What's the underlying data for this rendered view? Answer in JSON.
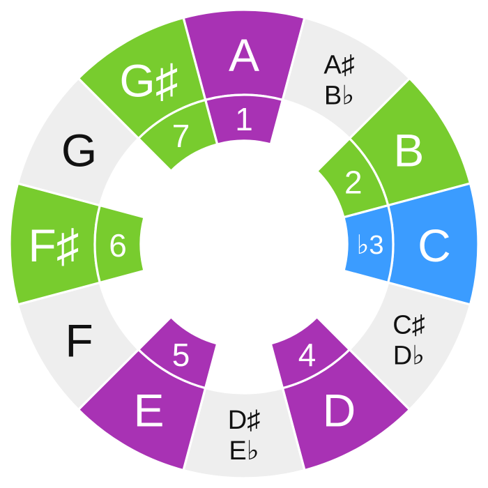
{
  "colors": {
    "background": "#ffffff",
    "natural": "#eeeeee",
    "natural_text": "#111111",
    "purple": "#a832b4",
    "green": "#78cc2e",
    "blue": "#3b9cff",
    "highlight_text": "#ffffff",
    "separator": "#ffffff"
  },
  "notes": [
    {
      "lines": [
        "A"
      ],
      "color": "purple",
      "degree": "1"
    },
    {
      "lines": [
        "A♯",
        "B♭"
      ],
      "color": "natural",
      "degree": ""
    },
    {
      "lines": [
        "B"
      ],
      "color": "green",
      "degree": "2"
    },
    {
      "lines": [
        "C"
      ],
      "color": "blue",
      "degree": "♭3"
    },
    {
      "lines": [
        "C♯",
        "D♭"
      ],
      "color": "natural",
      "degree": ""
    },
    {
      "lines": [
        "D"
      ],
      "color": "purple",
      "degree": "4"
    },
    {
      "lines": [
        "D♯",
        "E♭"
      ],
      "color": "natural",
      "degree": ""
    },
    {
      "lines": [
        "E"
      ],
      "color": "purple",
      "degree": "5"
    },
    {
      "lines": [
        "F"
      ],
      "color": "natural",
      "degree": ""
    },
    {
      "lines": [
        "F♯"
      ],
      "color": "green",
      "degree": "6"
    },
    {
      "lines": [
        "G"
      ],
      "color": "natural",
      "degree": ""
    },
    {
      "lines": [
        "G♯"
      ],
      "color": "green",
      "degree": "7"
    }
  ]
}
